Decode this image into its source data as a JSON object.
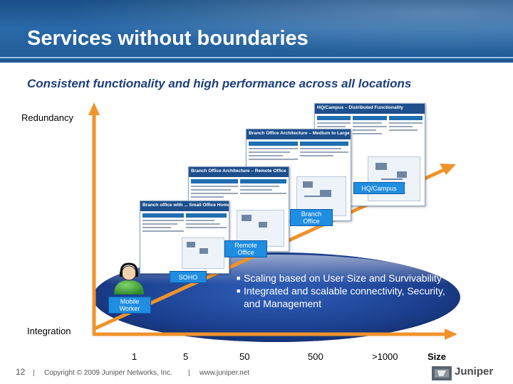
{
  "header": {
    "title": "Services without boundaries",
    "subtitle": "Consistent functionality and high performance across all locations"
  },
  "axes": {
    "y_label": "Redundancy",
    "x_label": "Size",
    "origin_label": "Integration",
    "ticks": [
      "1",
      "5",
      "50",
      "500",
      ">1000"
    ]
  },
  "documents": [
    {
      "title": "HQ/Campus – Distributed Functionality"
    },
    {
      "title": "Branch Office Architecture – Medium to Large Branch Office"
    },
    {
      "title": "Branch Office Architecture – Remote Office"
    },
    {
      "title": "Branch office with ... Small Office Home O..."
    }
  ],
  "locations": {
    "hq": "HQ/Campus",
    "branch": "Branch Office",
    "remote": "Remote Office",
    "soho": "SOHO",
    "mobile": "Mobile Worker"
  },
  "bullets": [
    "Scaling based on User Size and Survivability",
    "Integrated and scalable connectivity, Security, and Management"
  ],
  "footer": {
    "page": "12",
    "copyright": "Copyright © 2009 Juniper Networks, Inc.",
    "url": "www.juniper.net",
    "logo": "Juniper"
  },
  "colors": {
    "header": "#2a69a8",
    "subtitle": "#1c3f7a",
    "axis": "#f0932b",
    "location_box": "#1f8de0",
    "ellipse": "#1b3f8f"
  }
}
